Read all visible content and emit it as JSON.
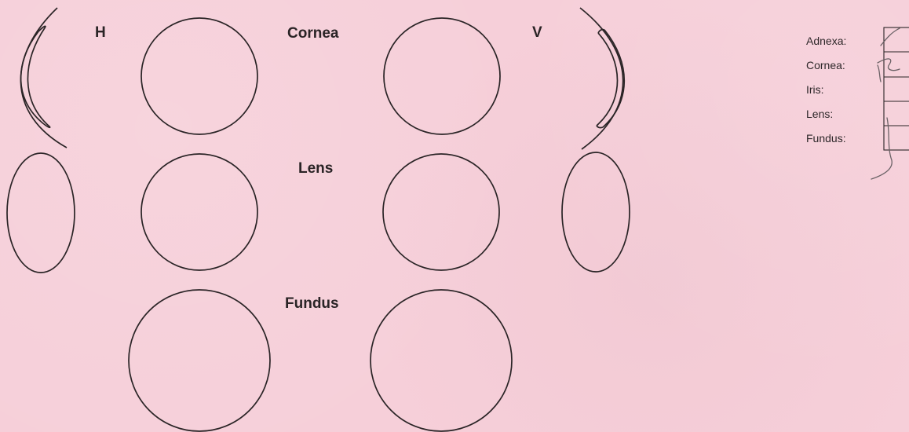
{
  "labels": {
    "horizontal": "H",
    "vertical": "V",
    "cornea": "Cornea",
    "lens": "Lens",
    "fundus": "Fundus"
  },
  "checklist": {
    "items": [
      "Adnexa:",
      "Cornea:",
      "Iris:",
      "Lens:",
      "Fundus:"
    ]
  },
  "colors": {
    "paper": "#f6cfd9",
    "ink": "#2a2426",
    "pencil": "#6b6266"
  }
}
